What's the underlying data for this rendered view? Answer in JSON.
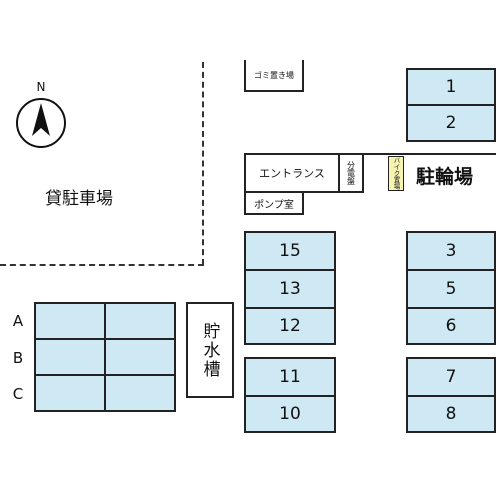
{
  "compass": {
    "north_label": "N"
  },
  "rental_parking": {
    "label": "貸駐車場"
  },
  "garbage": {
    "label": "ゴミ置き場"
  },
  "entrance": {
    "label": "エントランス"
  },
  "switchboard": {
    "label": "分電盤"
  },
  "bike_parking": {
    "label": "バイク置場"
  },
  "bicycle_parking": {
    "label": "駐輪場"
  },
  "pump_room": {
    "label": "ポンプ室"
  },
  "water_tank": {
    "label": "貯水槽"
  },
  "rows": {
    "a": "A",
    "b": "B",
    "c": "C"
  },
  "spaces": {
    "s1": "1",
    "s2": "2",
    "s3": "3",
    "s5": "5",
    "s6": "6",
    "s7": "7",
    "s8": "8",
    "s10": "10",
    "s11": "11",
    "s12": "12",
    "s13": "13",
    "s15": "15"
  },
  "colors": {
    "space_fill": "#cfe9f4",
    "bike_fill": "#f7f3b0",
    "line": "#222222"
  }
}
